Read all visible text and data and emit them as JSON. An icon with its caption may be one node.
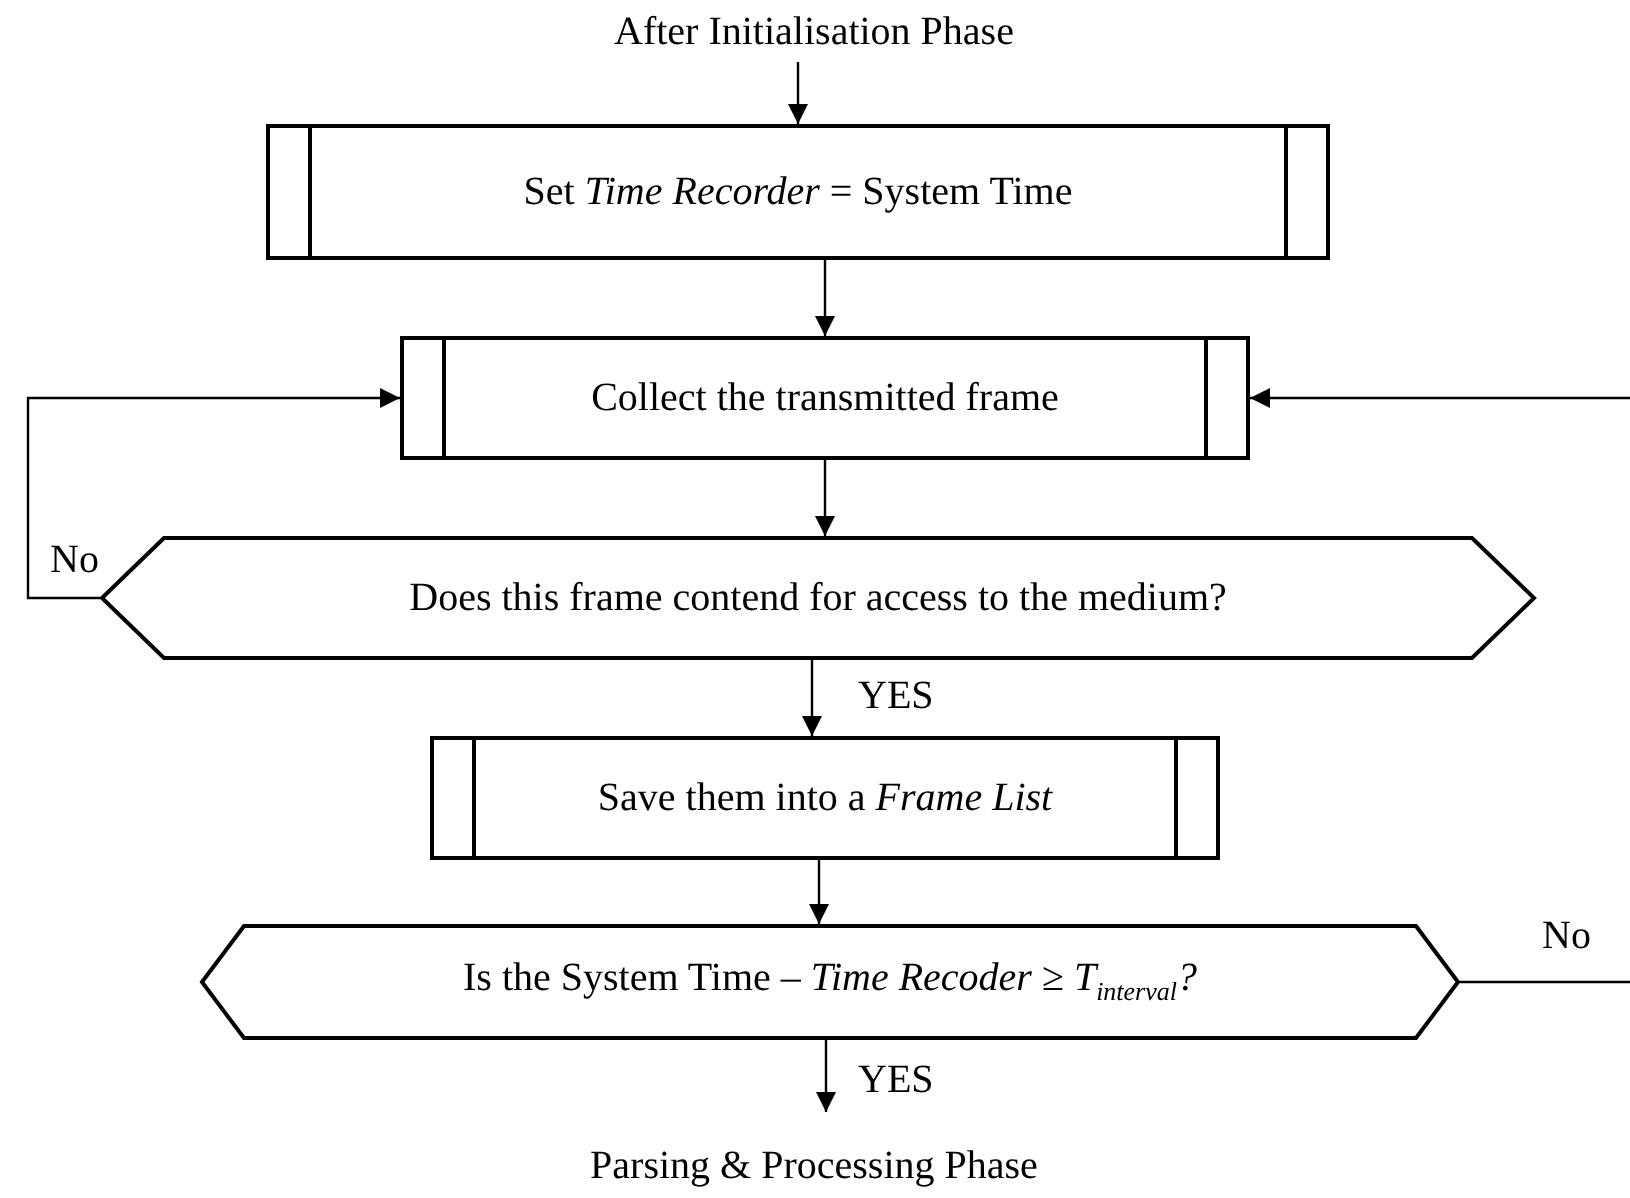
{
  "diagram": {
    "nodes": [
      {
        "text": [
          "After Initialisation Phase"
        ]
      },
      {
        "text": [
          "Set *Time Recorder* = System Time"
        ]
      },
      {
        "text": [
          "Collect the transmitted frame"
        ]
      },
      {
        "text": [
          "Does this frame contend for access to the medium?"
        ]
      },
      {
        "text": [
          "Save them into a *Frame List*"
        ]
      },
      {
        "text": [
          "Is the System Time – *Time Recoder* ≥ *T*$_{interval}$*?*"
        ]
      },
      {
        "text": [
          "Parsing & Processing Phase"
        ]
      }
    ],
    "edges": [
      {
        "from": 0,
        "to": 1,
        "arrow": "to"
      },
      {
        "from": 1,
        "to": 2,
        "arrow": "to"
      },
      {
        "from": 2,
        "to": 3,
        "arrow": "to"
      },
      {
        "from": 3,
        "to": 2,
        "label": "No",
        "arrow": "to"
      },
      {
        "from": 3,
        "to": 4,
        "label": "YES",
        "arrow": "to"
      },
      {
        "from": 4,
        "to": 5,
        "arrow": "to"
      },
      {
        "from": 5,
        "to": 6,
        "label": "YES",
        "arrow": "to"
      },
      {
        "from": 5,
        "to": null,
        "label": "No",
        "arrow": "none"
      },
      {
        "from": null,
        "to": 2,
        "arrow": "to"
      }
    ]
  }
}
